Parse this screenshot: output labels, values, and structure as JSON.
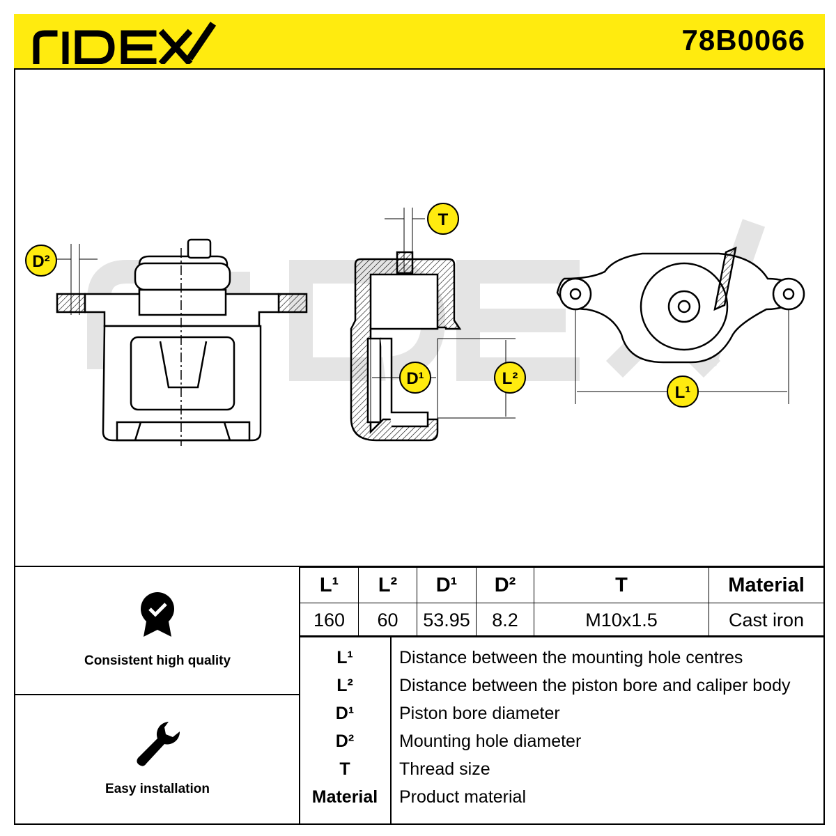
{
  "brand": "RIDEX",
  "part_number": "78B0066",
  "diagram_labels": {
    "L1": "L¹",
    "L2": "L²",
    "D1": "D¹",
    "D2": "D²",
    "T": "T"
  },
  "features": [
    {
      "icon": "quality-badge-icon",
      "label": "Consistent high quality"
    },
    {
      "icon": "wrench-icon",
      "label": "Easy installation"
    }
  ],
  "spec_table": {
    "headers": [
      "L¹",
      "L²",
      "D¹",
      "D²",
      "T",
      "Material"
    ],
    "values": [
      "160",
      "60",
      "53.95",
      "8.2",
      "M10x1.5",
      "Cast iron"
    ]
  },
  "legend": [
    {
      "key": "L¹",
      "desc": "Distance between the mounting hole centres"
    },
    {
      "key": "L²",
      "desc": "Distance between the piston bore and caliper body"
    },
    {
      "key": "D¹",
      "desc": "Piston bore diameter"
    },
    {
      "key": "D²",
      "desc": "Mounting hole diameter"
    },
    {
      "key": "T",
      "desc": "Thread size"
    },
    {
      "key": "Material",
      "desc": "Product material"
    }
  ],
  "colors": {
    "header_bg": "#ffeb0f",
    "badge_bg": "#ffeb0f",
    "watermark": "#e6e6e6"
  }
}
